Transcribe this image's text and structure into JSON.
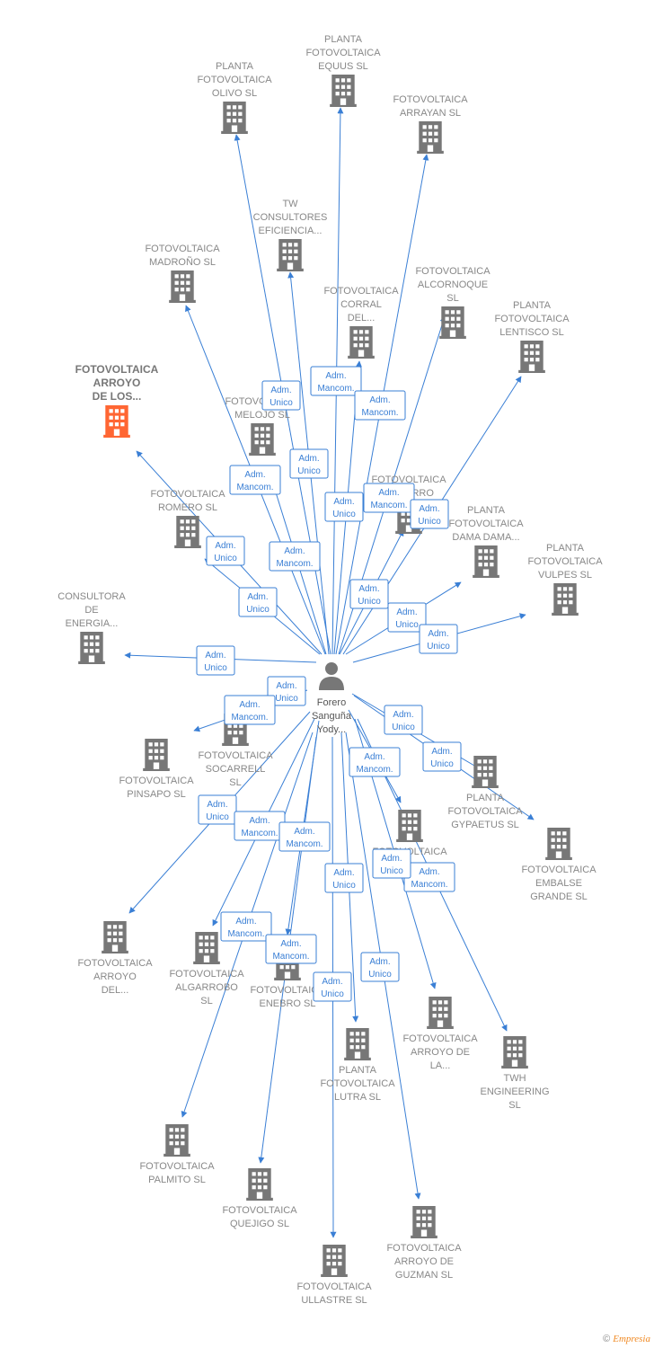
{
  "colors": {
    "edge": "#3a7fd5",
    "building": "#777777",
    "highlight": "#ff6633",
    "label": "#888888"
  },
  "center": {
    "label_lines": [
      "Forero",
      "Sanguña",
      "Yody..."
    ],
    "icon": "person-icon"
  },
  "nodes": [
    {
      "id": "olivo",
      "lines": [
        "PLANTA",
        "FOTOVOLTAICA",
        "OLIVO  SL"
      ]
    },
    {
      "id": "equus",
      "lines": [
        "PLANTA",
        "FOTOVOLTAICA",
        "EQUUS  SL"
      ]
    },
    {
      "id": "arrayan",
      "lines": [
        "FOTOVOLTAICA",
        "ARRAYAN  SL"
      ]
    },
    {
      "id": "tw",
      "lines": [
        "TW",
        "CONSULTORES",
        "EFICIENCIA..."
      ]
    },
    {
      "id": "madrono",
      "lines": [
        "FOTOVOLTAICA",
        "MADROÑO  SL"
      ]
    },
    {
      "id": "alcornoque",
      "lines": [
        "FOTOVOLTAICA",
        "ALCORNOQUE",
        "SL"
      ]
    },
    {
      "id": "corral",
      "lines": [
        "FOTOVOLTAICA",
        "CORRAL",
        "DEL..."
      ]
    },
    {
      "id": "lentisco",
      "lines": [
        "PLANTA",
        "FOTOVOLTAICA",
        "LENTISCO  SL"
      ]
    },
    {
      "id": "arroyo_los",
      "lines": [
        "FOTOVOLTAICA",
        "ARROYO",
        "DE LOS..."
      ],
      "main": true
    },
    {
      "id": "melojo",
      "lines": [
        "FOTOVOLTAICA",
        "MELOJO  SL"
      ]
    },
    {
      "id": "cerro",
      "lines": [
        "FOTOVOLTAICA",
        "EL CERRO"
      ]
    },
    {
      "id": "romero",
      "lines": [
        "FOTOVOLTAICA",
        "ROMERO  SL"
      ]
    },
    {
      "id": "dama",
      "lines": [
        "PLANTA",
        "FOTOVOLTAICA",
        "DAMA DAMA..."
      ]
    },
    {
      "id": "vulpes",
      "lines": [
        "PLANTA",
        "FOTOVOLTAICA",
        "VULPES  SL"
      ]
    },
    {
      "id": "consultora",
      "lines": [
        "CONSULTORA",
        "DE",
        "ENERGIA..."
      ]
    },
    {
      "id": "socarrell",
      "lines": [
        "FOTOVOLTAICA",
        "SOCARRELL",
        "SL"
      ]
    },
    {
      "id": "pinsapo",
      "lines": [
        "FOTOVOLTAICA",
        "PINSAPO  SL"
      ]
    },
    {
      "id": "gypaetus",
      "lines": [
        "PLANTA",
        "FOTOVOLTAICA",
        "GYPAETUS  SL"
      ]
    },
    {
      "id": "embalse",
      "lines": [
        "FOTOVOLTAICA",
        "EMBALSE",
        "GRANDE  SL"
      ]
    },
    {
      "id": "fv_mid",
      "lines": [
        "FOTOVOLTAICA"
      ]
    },
    {
      "id": "arroyo_del",
      "lines": [
        "FOTOVOLTAICA",
        "ARROYO",
        "DEL..."
      ]
    },
    {
      "id": "algarrobo",
      "lines": [
        "FOTOVOLTAICA",
        "ALGARROBO",
        "SL"
      ]
    },
    {
      "id": "enebro",
      "lines": [
        "FOTOVOLTAICA",
        "ENEBRO  SL"
      ]
    },
    {
      "id": "arroyo_la",
      "lines": [
        "FOTOVOLTAICA",
        "ARROYO DE",
        "LA..."
      ]
    },
    {
      "id": "twh",
      "lines": [
        "TWH",
        "ENGINEERING",
        "SL"
      ]
    },
    {
      "id": "lutra",
      "lines": [
        "PLANTA",
        "FOTOVOLTAICA",
        "LUTRA  SL"
      ]
    },
    {
      "id": "palmito",
      "lines": [
        "FOTOVOLTAICA",
        "PALMITO  SL"
      ]
    },
    {
      "id": "quejigo",
      "lines": [
        "FOTOVOLTAICA",
        "QUEJIGO  SL"
      ]
    },
    {
      "id": "guzman",
      "lines": [
        "FOTOVOLTAICA",
        "ARROYO DE",
        "GUZMAN  SL"
      ]
    },
    {
      "id": "ullastre",
      "lines": [
        "FOTOVOLTAICA",
        "ULLASTRE  SL"
      ]
    }
  ],
  "relations": [
    {
      "target": "olivo",
      "role": [
        "Adm.",
        "Unico"
      ]
    },
    {
      "target": "equus",
      "role": [
        "Adm.",
        "Mancom."
      ]
    },
    {
      "target": "arrayan",
      "role": [
        "Adm.",
        "Mancom."
      ]
    },
    {
      "target": "tw",
      "role": [
        "Adm.",
        "Unico"
      ]
    },
    {
      "target": "madrono",
      "role": [
        "Adm.",
        "Mancom."
      ]
    },
    {
      "target": "alcornoque",
      "role": [
        "Adm.",
        "Mancom."
      ]
    },
    {
      "target": "corral",
      "role": [
        "Adm.",
        "Unico"
      ]
    },
    {
      "target": "lentisco",
      "role": [
        "Adm.",
        "Unico"
      ]
    },
    {
      "target": "arroyo_los",
      "role": [
        "Adm.",
        "Unico"
      ]
    },
    {
      "target": "melojo",
      "role": [
        "Adm.",
        "Mancom."
      ]
    },
    {
      "target": "cerro",
      "role": [
        "Adm.",
        "Unico"
      ]
    },
    {
      "target": "romero",
      "role": [
        "Adm.",
        "Unico"
      ]
    },
    {
      "target": "dama",
      "role": [
        "Adm.",
        "Unico"
      ]
    },
    {
      "target": "vulpes",
      "role": [
        "Adm.",
        "Unico"
      ]
    },
    {
      "target": "consultora",
      "role": [
        "Adm.",
        "Unico"
      ]
    },
    {
      "target": "socarrell",
      "role": [
        "Adm.",
        "Unico"
      ]
    },
    {
      "target": "pinsapo",
      "role": [
        "Adm.",
        "Mancom."
      ]
    },
    {
      "target": "gypaetus",
      "role": [
        "Adm.",
        "Unico"
      ]
    },
    {
      "target": "embalse",
      "role": [
        "Adm.",
        "Unico"
      ]
    },
    {
      "target": "fv_mid",
      "role": [
        "Adm.",
        "Mancom."
      ]
    },
    {
      "target": "arroyo_del",
      "role": [
        "Adm.",
        "Unico"
      ]
    },
    {
      "target": "algarrobo",
      "role": [
        "Adm.",
        "Mancom."
      ]
    },
    {
      "target": "enebro",
      "role": [
        "Adm.",
        "Mancom."
      ]
    },
    {
      "target": "arroyo_la",
      "role": [
        "Adm.",
        "Mancom."
      ]
    },
    {
      "target": "twh",
      "role": [
        "Adm.",
        "Unico"
      ]
    },
    {
      "target": "lutra",
      "role": [
        "Adm.",
        "Unico"
      ]
    },
    {
      "target": "palmito",
      "role": [
        "Adm.",
        "Mancom."
      ]
    },
    {
      "target": "quejigo",
      "role": [
        "Adm.",
        "Mancom."
      ]
    },
    {
      "target": "guzman",
      "role": [
        "Adm.",
        "Unico"
      ]
    },
    {
      "target": "ullastre",
      "role": [
        "Adm.",
        "Unico"
      ]
    }
  ],
  "footer": {
    "copyright": "©",
    "brand": "Empresia"
  }
}
